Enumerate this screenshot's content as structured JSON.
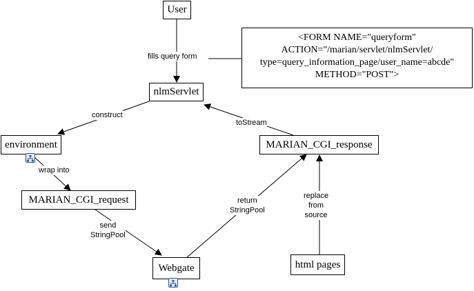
{
  "nodes": {
    "user": "User",
    "nlm_servlet": "nlmServlet",
    "environment": "environment",
    "marian_cgi_request": "MARIAN_CGI_request",
    "marian_cgi_response": "MARIAN_CGI_response",
    "webgate": "Webgate",
    "html_pages": "html pages"
  },
  "note_lines": [
    "<FORM NAME=\"queryform\"",
    "ACTION=\"/marian/servlet/nlmServlet/",
    "type=query_information_page/user_name=abcde\"",
    "METHOD=\"POST\">"
  ],
  "edge_labels": {
    "fills_query_form": "fills query form",
    "construct": "construct",
    "wrap_into": "wrap into",
    "send": [
      "send",
      "StringPool"
    ],
    "return": [
      "return",
      "StringPool"
    ],
    "to_stream": "toStream",
    "replace_from_source": [
      "replace",
      "from",
      "source"
    ]
  },
  "badges": {
    "environment": "hierarchy-icon",
    "webgate": "hierarchy-icon"
  },
  "colors": {
    "badge_stroke": "#2c5aa0",
    "badge_fill": "#dfe8f6"
  }
}
